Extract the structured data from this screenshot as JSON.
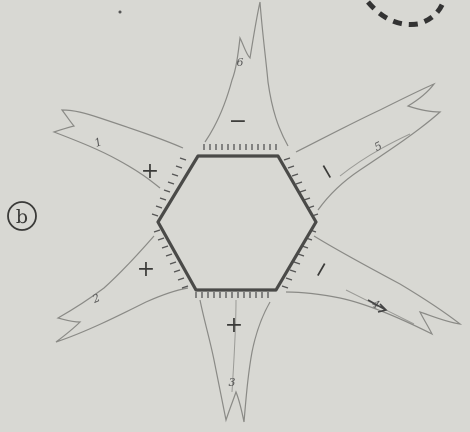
{
  "panel_label": "b",
  "signs": {
    "top": "−",
    "upper_left": "+",
    "upper_right": "−",
    "lower_left": "+",
    "lower_right": "−",
    "bottom": "+"
  },
  "lobe_labels": {
    "top": "6",
    "upper_left": "1",
    "upper_right": "5",
    "lower_left": "2",
    "lower_right": "4",
    "bottom": "3"
  },
  "colors": {
    "paper": "#d8d8d3",
    "ink": "#3a3a38",
    "hexagon": "#4a4a48",
    "lobe_line": "#8a8a86"
  }
}
